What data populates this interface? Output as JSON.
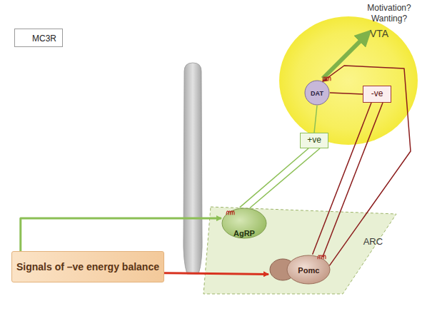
{
  "diagram": {
    "nodes": [
      {
        "text": [
          "VTA"
        ]
      },
      {
        "text": [
          "DAT"
        ],
        "in": 0
      },
      {
        "text": [
          "-ve"
        ],
        "in": 0
      },
      {
        "text": [
          "+ve"
        ],
        "in": 0
      },
      {
        "text": [
          "ARC"
        ]
      },
      {
        "text": [
          "AgRP"
        ],
        "in": 4
      },
      {
        "text": [
          "Pomc"
        ],
        "in": 4
      },
      {
        "text": [
          "Signals of –ve energy balance"
        ]
      }
    ],
    "edges": [
      {
        "from": 7,
        "to": 5,
        "arrow": "to"
      },
      {
        "from": 7,
        "to": 6,
        "arrow": "to"
      },
      {
        "from": 5,
        "to": 3,
        "arrow": "none"
      },
      {
        "from": 5,
        "to": 3,
        "arrow": "none"
      },
      {
        "from": 3,
        "to": 1,
        "arrow": "none"
      },
      {
        "from": 6,
        "to": 2,
        "arrow": "none"
      },
      {
        "from": 6,
        "to": 2,
        "arrow": "none"
      },
      {
        "from": 6,
        "to": 1,
        "arrow": "to"
      },
      {
        "from": 2,
        "to": 1,
        "arrow": "none"
      }
    ],
    "labels": [
      "Motivation? Wanting?"
    ],
    "legend": [
      {
        "text": "MC3R"
      }
    ]
  }
}
